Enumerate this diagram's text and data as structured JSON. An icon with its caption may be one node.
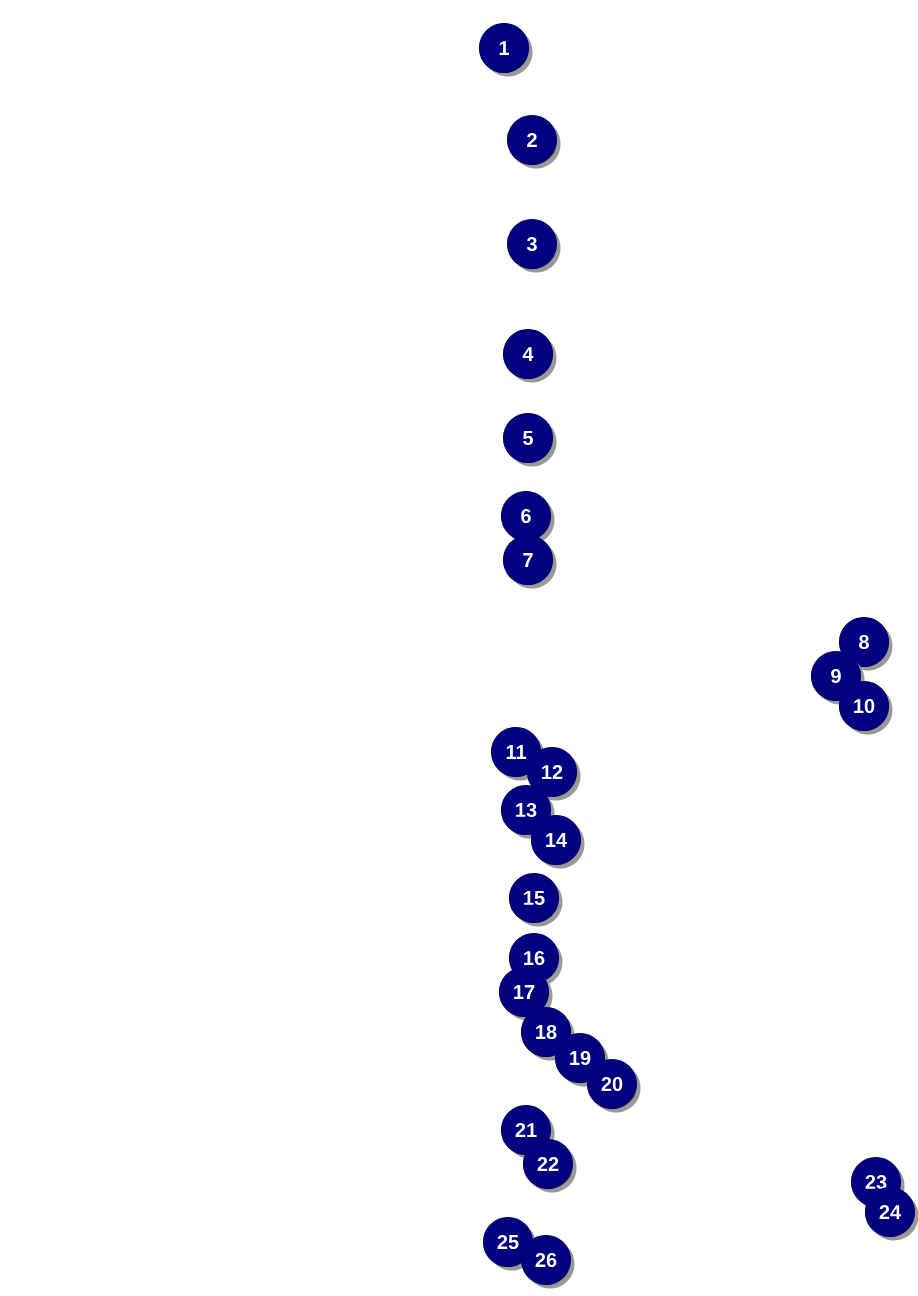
{
  "diagram": {
    "labels": [
      "1",
      "2",
      "3",
      "4",
      "5",
      "6",
      "7",
      "8",
      "9",
      "10",
      "11",
      "12",
      "13",
      "14",
      "15",
      "16",
      "17",
      "18",
      "19",
      "20",
      "21",
      "22",
      "23",
      "24",
      "25",
      "26"
    ]
  }
}
